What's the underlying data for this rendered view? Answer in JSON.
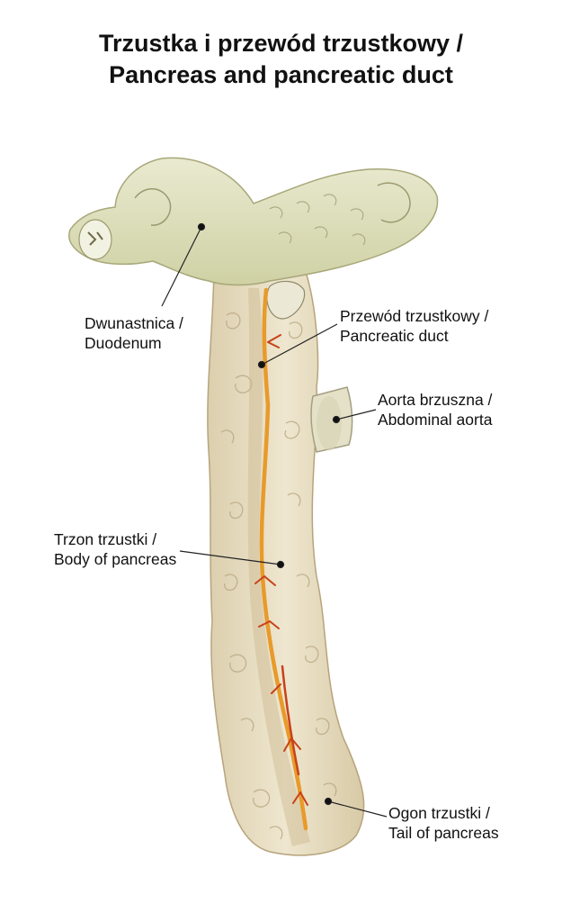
{
  "title": {
    "line1": "Trzustka i przewód trzustkowy /",
    "line2": "Pancreas and pancreatic duct"
  },
  "labels": {
    "duodenum": {
      "pl": "Dwunastnica /",
      "en": "Duodenum"
    },
    "pancreatic_duct": {
      "pl": "Przewód trzustkowy /",
      "en": "Pancreatic duct"
    },
    "abdominal_aorta": {
      "pl": "Aorta brzuszna /",
      "en": "Abdominal aorta"
    },
    "body_of_pancreas": {
      "pl": "Trzon trzustki /",
      "en": "Body of pancreas"
    },
    "tail_of_pancreas": {
      "pl": "Ogon trzustki /",
      "en": "Tail of pancreas"
    }
  },
  "colors": {
    "pancreas_tissue": "#e7dcc0",
    "duodenum_tissue": "#dfe0b8",
    "duct": "#e89a2a",
    "duct_branch": "#c8421a",
    "aorta": "#e4e1c8",
    "leader_line": "#222222"
  }
}
